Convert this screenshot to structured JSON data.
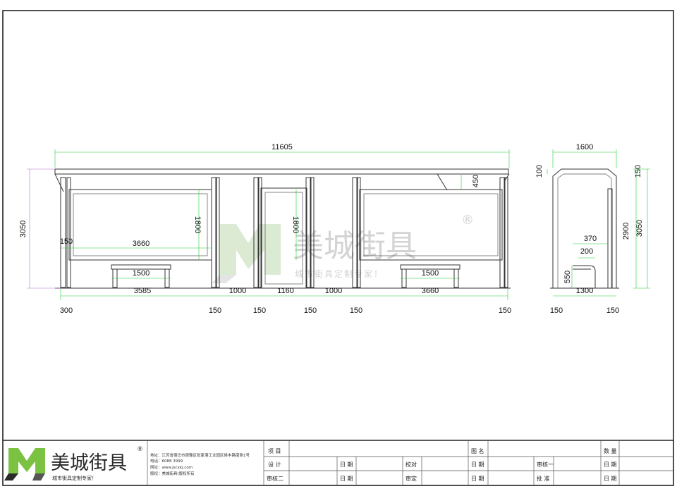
{
  "front_view": {
    "overall_width": "11605",
    "height": "3050",
    "panel_height_left": "1800",
    "panel_height_mid": "1800",
    "left_offset": "150",
    "left_panel_width": "3660",
    "roof_drop": "450",
    "bench_left": "1500",
    "bench_right": "1500",
    "bottom_row": [
      "3585",
      "1000",
      "1160",
      "1000",
      "3660"
    ],
    "post_row": [
      "300",
      "150",
      "150",
      "150",
      "150",
      "150"
    ]
  },
  "side_view": {
    "width": "1600",
    "roof_thickness": "100",
    "top_thickness": "150",
    "clear_height": "2900",
    "height": "3050",
    "seat_depth": "370",
    "seat_inner": "200",
    "seat_height": "550",
    "seat_offset": "1300",
    "post_left": "150",
    "post_right": "150"
  },
  "watermark": {
    "brand": "美城街具",
    "registered": "®",
    "slogan": "城市街具定制专家！"
  },
  "title_block": {
    "logo_brand": "美城街具",
    "logo_registered": "®",
    "logo_slogan": "城市街具定制专家！",
    "address": "地址：江苏省宿迁市宿豫区张家港工业园区侯丰路南侧1号",
    "phone": "电话：6088 3999",
    "website": "网址：www.jscxkj.com",
    "copyright": "版权：美城街具(版权所有",
    "labels": {
      "project": "项  目",
      "drawing_name": "图  名",
      "quantity": "数  量",
      "design": "设  计",
      "date1": "日  期",
      "proofread": "校对",
      "date2": "日  期",
      "review1": "审核一",
      "date3": "日  期",
      "review2": "审核二",
      "date4": "日  期",
      "approve": "审定",
      "date5": "日  期",
      "sanction": "批  准",
      "date6": "日  期"
    }
  },
  "colors": {
    "dimension_line": "#22cc33",
    "vertical_dimension": "#b070d0",
    "outline": "#333333",
    "watermark": "#cfcfcf",
    "logo_green": "#7cc242",
    "logo_dark": "#2a2a2a"
  }
}
